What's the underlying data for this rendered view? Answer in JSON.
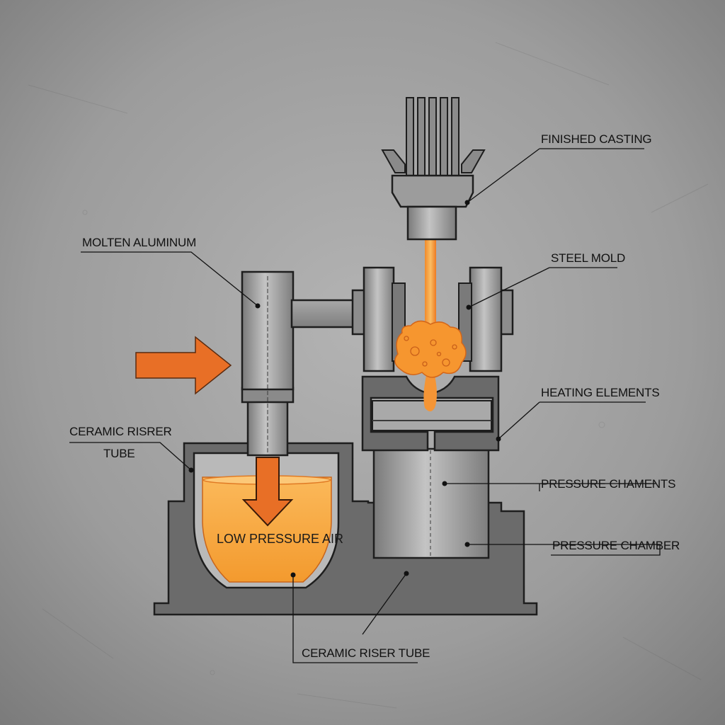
{
  "labels": {
    "finished_casting": "FINISHED CASTING",
    "molten_aluminum": "MOLTEN ALUMINUM",
    "steel_mold": "STEEL MOLD",
    "heating_elements": "HEATING ELEMENTS",
    "ceramic_riser_tube_left_line1": "CERAMIC RISRER",
    "ceramic_riser_tube_left_line2": "TUBE",
    "pressure_chaments": "PRESSURE CHAMENTS",
    "low_pressure_air": "LOW PRESSURE AIR",
    "pressure_chamber": "PRESSURE CHAMBER",
    "ceramic_riser_tube_bottom": "CERAMIC RISER TUBE"
  },
  "colors": {
    "background": "#9a9a9a",
    "metal_dark": "#5f5f5f",
    "metal_mid": "#8c8c8c",
    "metal_light": "#b5b5b5",
    "molten": "#f7a23a",
    "molten_dark": "#e8701e",
    "arrow": "#e86f26",
    "outline": "#1e1e1e"
  },
  "icons": {
    "input_arrow": "right-arrow-icon",
    "flow_arrow": "down-arrow-icon"
  }
}
